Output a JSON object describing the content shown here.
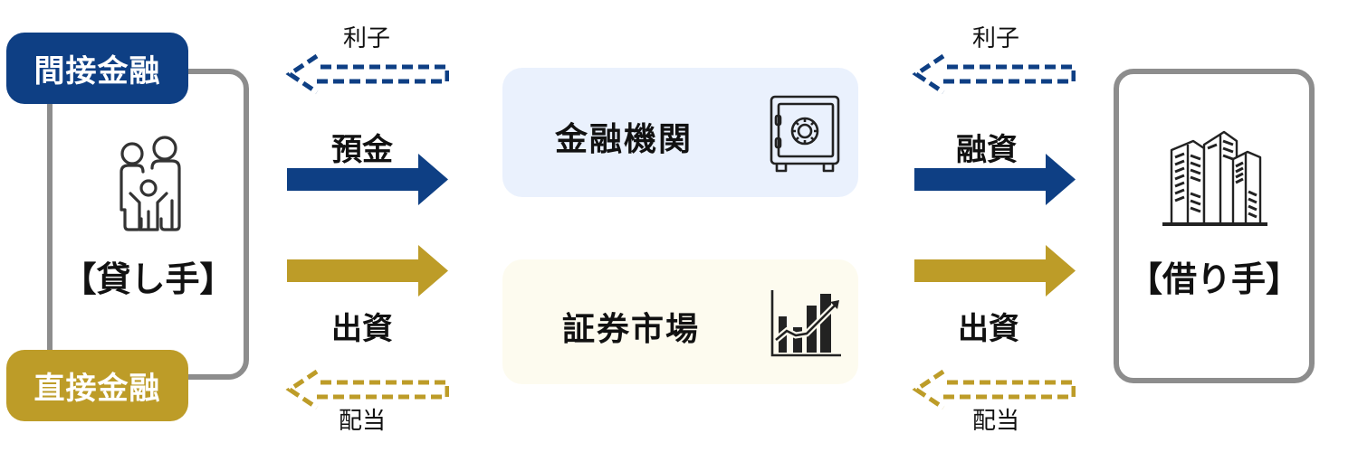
{
  "colors": {
    "indirect": "#0e3f84",
    "direct": "#bd9c28",
    "box_border": "#8d8d8d",
    "bank_bg": "#eaf1fd",
    "market_bg": "#fdfbef",
    "text": "#111111"
  },
  "lender": {
    "label": "【貸し手】",
    "icon": "family-icon"
  },
  "borrower": {
    "label": "【借り手】",
    "icon": "buildings-icon"
  },
  "badges": {
    "indirect": "間接金融",
    "direct": "直接金融"
  },
  "institutions": {
    "bank": {
      "label": "金融機関",
      "icon": "safe-icon"
    },
    "market": {
      "label": "証券市場",
      "icon": "bar-chart-growth-icon"
    }
  },
  "flows": {
    "left": {
      "indirect_return": "利子",
      "indirect_flow": "預金",
      "direct_flow": "出資",
      "direct_return": "配当"
    },
    "right": {
      "indirect_return": "利子",
      "indirect_flow": "融資",
      "direct_flow": "出資",
      "direct_return": "配当"
    }
  }
}
